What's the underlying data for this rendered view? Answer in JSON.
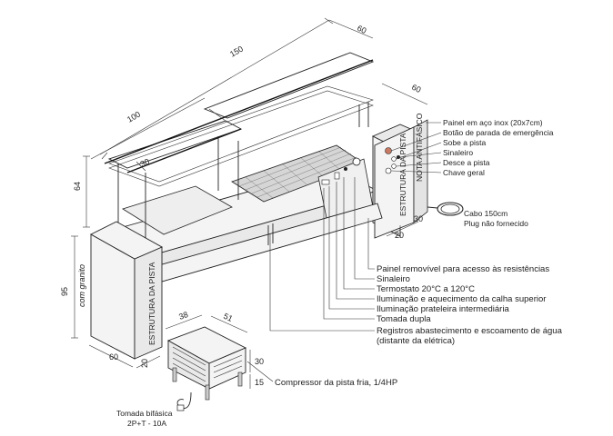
{
  "dimensions": {
    "top_length": "150",
    "left_section": "100",
    "depth_top": "60",
    "depth_panel": "60",
    "pass_width": "30",
    "height_left": "64",
    "base_height": "95",
    "base_note": "com granito",
    "base_depth": "60",
    "base_small": "20",
    "panel_small": "20",
    "panel_width": "30",
    "comp_w": "38",
    "comp_d": "51",
    "comp_h": "30",
    "comp_leg": "15"
  },
  "labels": {
    "estrutura_pista_left": "ESTRUTURA DA PISTA",
    "estrutura_pista_right": "ESTRUTURA DA PISTA",
    "nota_antifasico": "NOTA ANTIFÁSICO"
  },
  "panel_callouts": [
    "Painel em aço inox (20x7cm)",
    "Botão de parada de emergência",
    "Sobe a pista",
    "Sinaleiro",
    "Desce a pista",
    "Chave geral"
  ],
  "cable": {
    "line1": "Cabo 150cm",
    "line2": "Plug não fornecido"
  },
  "bottom_callouts": [
    "Painel removível para acesso às resistências",
    "Sinaleiro",
    "Termostato 20°C a 120°C",
    "Iluminação e aquecimento da calha superior",
    "Iluminação prateleira intermediária",
    "Tomada dupla",
    "Registros abastecimento e escoamento de água",
    "(distante da elétrica)"
  ],
  "compressor_label": "Compressor da pista fria, 1/4HP",
  "socket": {
    "line1": "Tomada bifásica",
    "line2": "2P+T - 10A"
  }
}
